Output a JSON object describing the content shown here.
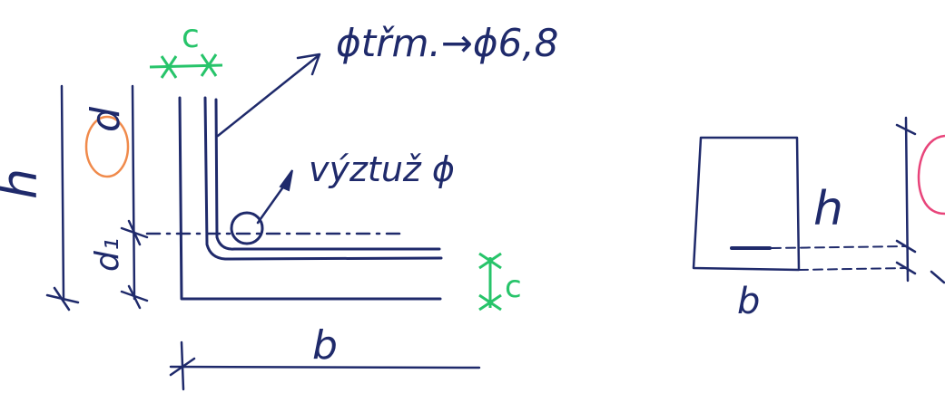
{
  "left_detail": {
    "label_c_top": "c",
    "label_stirrup": "ϕtřm.→ϕ6,8",
    "label_reinforcement": "výztuž ϕ",
    "label_h": "h",
    "label_d": "d",
    "label_d1": "d₁",
    "label_b": "b",
    "label_c_right": "c"
  },
  "right_section": {
    "label_h": "h",
    "label_b": "b"
  },
  "colors": {
    "ink": "#1f2a6b",
    "green": "#27c46a",
    "orange": "#f08a4b",
    "pink": "#e8447a"
  }
}
